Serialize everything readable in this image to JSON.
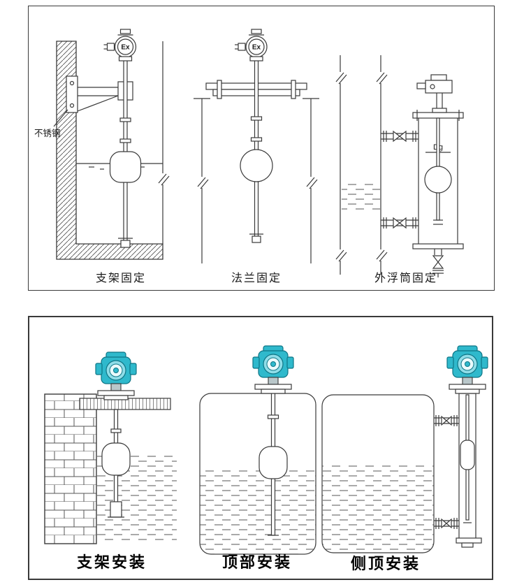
{
  "colors": {
    "line": "#3a3a3a",
    "teal_body": "#2fb9cc",
    "teal_stroke": "#0e7585",
    "teal_face": "#8fdde8",
    "teal_face_inner": "#eafafc"
  },
  "top_panel": {
    "captions": [
      {
        "label": "支架固定"
      },
      {
        "label": "法兰固定"
      },
      {
        "label": "外浮筒固定"
      }
    ],
    "annotations": {
      "stainless_steel": "不锈钢",
      "ex_mark_1": "Ex",
      "ex_mark_2": "Ex",
      "dg_mark": "Dg"
    }
  },
  "bottom_panel": {
    "captions": [
      {
        "label": "支架安装"
      },
      {
        "label": "顶部安装"
      },
      {
        "label": "侧顶安装"
      }
    ]
  }
}
